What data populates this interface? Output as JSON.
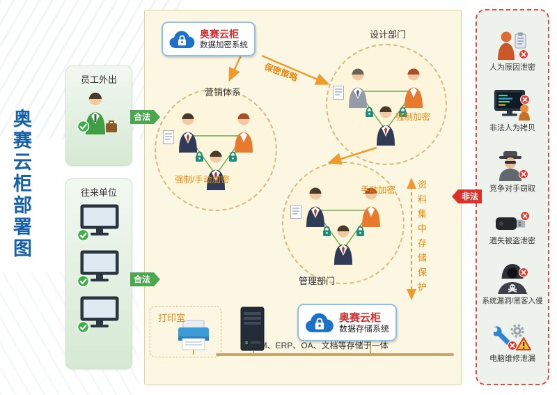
{
  "page_title": "奥赛云柜部署图",
  "colors": {
    "title_blue": "#1660ab",
    "legal_green": "#4aa84e",
    "illegal_red": "#d8322a",
    "brand_red": "#d32f2f",
    "accent_orange": "#e8890c",
    "cloud_blue": "#1d72c8",
    "panel_cream": "#fcf7e3"
  },
  "left_column": {
    "employee_panel": {
      "title": "员工外出",
      "icon": "employee-with-briefcase-icon"
    },
    "partner_panel": {
      "title": "往来单位",
      "icon": "monitor-with-check-icon"
    },
    "legal_label": "合法"
  },
  "main_panel": {
    "encryption_box": {
      "brand": "奥赛云柜",
      "system": "数据加密系统",
      "icon": "cloud-lock-icon"
    },
    "policy_label": "保密策略",
    "groups": {
      "marketing": {
        "title": "营销体系",
        "mode": "强制/手动加密"
      },
      "design": {
        "title": "设计部门",
        "mode": "强制加密"
      },
      "management": {
        "title": "管理部门",
        "mode": "手动加密"
      }
    },
    "storage_flow_label": "资料集中存储保护",
    "print_room_label": "打印室",
    "storage_box": {
      "brand": "奥赛云柜",
      "system": "数据存储系统",
      "icon": "cloud-lock-icon"
    },
    "storage_note": "集PDM、ERP、OA、文档等存储于一体"
  },
  "right_panel": {
    "illegal_label": "非法",
    "threats": [
      {
        "label": "人为原因泄密",
        "icon": "person-clipboard-icon"
      },
      {
        "label": "非法人为拷贝",
        "icon": "computer-copy-icon"
      },
      {
        "label": "竞争对手窃取",
        "icon": "spy-icon"
      },
      {
        "label": "遗失被盗泄密",
        "icon": "usb-drive-icon"
      },
      {
        "label": "系统漏洞/黑客入侵",
        "icon": "hacker-skull-icon"
      },
      {
        "label": "电脑维修泄漏",
        "icon": "repair-tools-icon"
      }
    ]
  }
}
